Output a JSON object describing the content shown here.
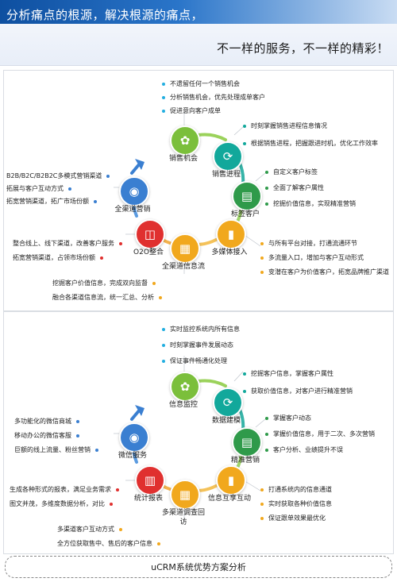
{
  "header": {
    "line1": "分析痛点的根源，解决根源的痛点，",
    "line2": "不一样的服务，不一样的精彩！"
  },
  "colors": {
    "cyan": "#22aee0",
    "green": "#7bbf3b",
    "teal": "#12a89b",
    "dark_green": "#2f9a4a",
    "orange": "#f1a81d",
    "red": "#e0302f",
    "blue": "#3a7fd1"
  },
  "section1": {
    "nodes": [
      {
        "label": "销售机会",
        "icon": "hand-leaf-icon"
      },
      {
        "label": "销售进程",
        "icon": "refresh-cycle-icon"
      },
      {
        "label": "标签客户",
        "icon": "tag-document-icon"
      },
      {
        "label": "多媒体接入",
        "icon": "media-book-icon"
      },
      {
        "label": "全渠道信息流",
        "icon": "channel-info-icon"
      },
      {
        "label": "O2O整合",
        "icon": "o2o-integration-icon"
      },
      {
        "label": "全渠道营销",
        "icon": "compass-marketing-icon"
      }
    ],
    "groups": {
      "top": [
        "不遗留任何一个销售机会",
        "分析销售机会，优先处理成单客户",
        "促进意向客户成单"
      ],
      "right_upper": [
        "时刻掌握销售进程信息情况",
        "根据销售进程，把握跟进时机，优化工作效率"
      ],
      "right_mid": [
        "自定义客户标签",
        "全面了解客户属性",
        "挖掘价值信息，实现精准营销"
      ],
      "right_lower": [
        "与所有平台对接，打通流通环节",
        "多流量入口，增加与客户互动形式",
        "变潜在客户为价值客户，拓宽品牌推广渠道"
      ],
      "bottom": [
        "挖掘客户价值信息，完成双向监督",
        "融合各渠道信息流，统一汇总、分析"
      ],
      "left_mid": [
        "整合线上、线下渠道，改善客户服务",
        "拓宽营销渠道，占领市场份额"
      ],
      "left_upper": [
        "B2B/B2C/B2B2C多模式营销渠道",
        "拓展与客户互动方式",
        "拓宽营销渠道，拓广市场份额"
      ]
    }
  },
  "section2": {
    "nodes": [
      {
        "label": "信息监控",
        "icon": "hand-leaf-icon"
      },
      {
        "label": "数据建模",
        "icon": "refresh-cycle-icon"
      },
      {
        "label": "精准营销",
        "icon": "tag-document-icon"
      },
      {
        "label": "信息互享互动",
        "icon": "media-book-icon"
      },
      {
        "label": "多渠道调查回访",
        "icon": "channel-info-icon"
      },
      {
        "label": "统计报表",
        "icon": "report-chart-icon"
      },
      {
        "label": "微信服务",
        "icon": "compass-marketing-icon"
      }
    ],
    "groups": {
      "top": [
        "实时监控系统内所有信息",
        "时刻掌握事件发展动态",
        "保证事件畅通化处理"
      ],
      "right_upper": [
        "挖掘客户信息，掌握客户属性",
        "获取价值信息，对客户进行精准营销"
      ],
      "right_mid": [
        "掌握客户动态",
        "掌握价值信息，用于二次、多次营销",
        "客户分析、业绩提升不误"
      ],
      "right_lower": [
        "打通系统内的信息通道",
        "实时获取各种价值信息",
        "保证跟单效果最优化"
      ],
      "bottom": [
        "多渠道客户互动方式",
        "全方位获取售中、售后的客户信息"
      ],
      "left_mid": [
        "生成各种形式的报表，满足业务需求",
        "图文并茂，多维度数据分析，对比"
      ],
      "left_upper": [
        "多功能化的微信商城",
        "移动办公的微信客服",
        "巨额的线上流量、粉丝营销"
      ]
    }
  },
  "footer": {
    "title": "uCRM系统优势方案分析"
  }
}
